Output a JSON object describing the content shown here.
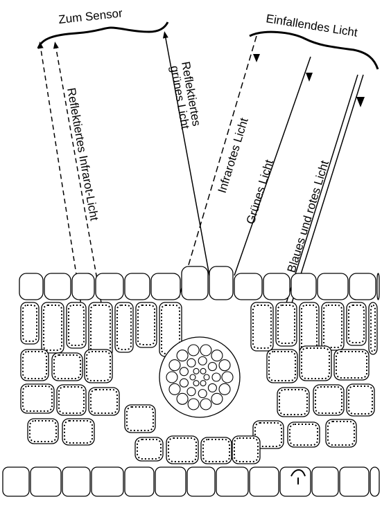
{
  "diagram": {
    "labels": {
      "to_sensor": "Zum Sensor",
      "incident_light": "Einfallendes Licht",
      "reflected_infrared": "Reflektiertes Infrarot-Licht",
      "reflected_green_line1": "Reflektiertes",
      "reflected_green_line2": "grünes Licht",
      "infrared_light": "Infrarotes Licht",
      "green_light": "Grünes Licht",
      "blue_red_light": "Blaues und rotes Licht"
    },
    "colors": {
      "ink": "#000000",
      "paper": "#ffffff"
    }
  }
}
